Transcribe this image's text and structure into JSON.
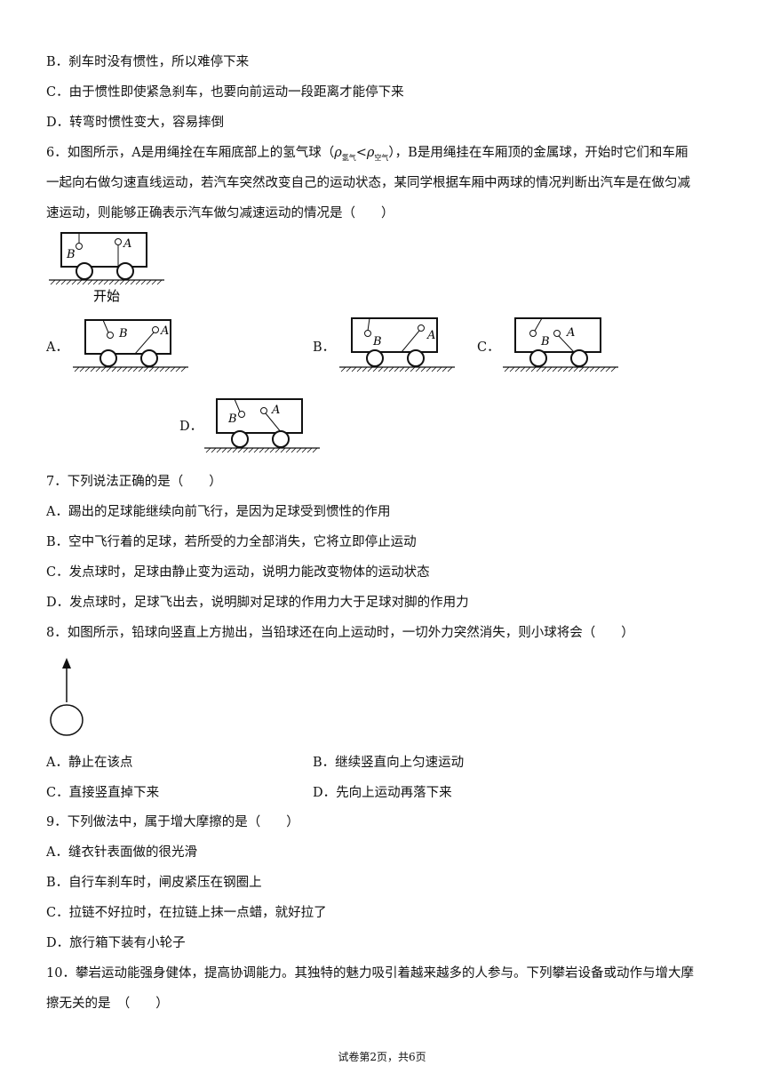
{
  "lines": {
    "q5b": "B．刹车时没有惯性，所以难停下来",
    "q5c": "C．由于惯性即使紧急刹车，也要向前运动一段距离才能停下来",
    "q5d": "D．转弯时惯性变大，容易摔倒",
    "q6_1_pre": "6．如图所示，A是用绳拴在车厢底部上的氢气球（",
    "q6_rho1": "ρ",
    "q6_sub1": "氢气",
    "q6_lt": "<",
    "q6_rho2": "ρ",
    "q6_sub2": "空气",
    "q6_1_post": "），B是用绳挂在车厢顶的金属球，开始时它们和车厢",
    "q6_2": "一起向右做匀速直线运动，若汽车突然改变自己的运动状态，某同学根据车厢中两球的情况判断出汽车是在做匀减",
    "q6_3": "速运动，则能够正确表示汽车做匀减速运动的情况是（　　）",
    "q7": "7．下列说法正确的是（　　）",
    "q7a": "A．踢出的足球能继续向前飞行，是因为足球受到惯性的作用",
    "q7b": "B．空中飞行着的足球，若所受的力全部消失，它将立即停止运动",
    "q7c": "C．发点球时，足球由静止变为运动，说明力能改变物体的运动状态",
    "q7d": "D．发点球时，足球飞出去，说明脚对足球的作用力大于足球对脚的作用力",
    "q8": "8．如图所示，铅球向竖直上方抛出，当铅球还在向上运动时，一切外力突然消失，则小球将会（　　）",
    "q8a": "A．静止在该点",
    "q8b": "B．继续竖直向上匀速运动",
    "q8c": "C．直接竖直掉下来",
    "q8d": "D．先向上运动再落下来",
    "q9": "9．下列做法中，属于增大摩擦的是（　　）",
    "q9a": "A．缝衣针表面做的很光滑",
    "q9b": "B．自行车刹车时，闸皮紧压在钢圈上",
    "q9c": "C．拉链不好拉时，在拉链上抹一点蜡，就好拉了",
    "q9d": "D．旅行箱下装有小轮子",
    "q10_1": "10．攀岩运动能强身健体，提高协调能力。其独特的魅力吸引着越来越多的人参与。下列攀岩设备或动作与增大摩",
    "q10_2": "擦无关的是　（　　）"
  },
  "figure": {
    "start_caption": "开始",
    "label_a": "A",
    "label_b": "B",
    "opt_a": "A．",
    "opt_b": "B．",
    "opt_c": "C．",
    "opt_d": "D．"
  },
  "footer": "试卷第2页，共6页"
}
